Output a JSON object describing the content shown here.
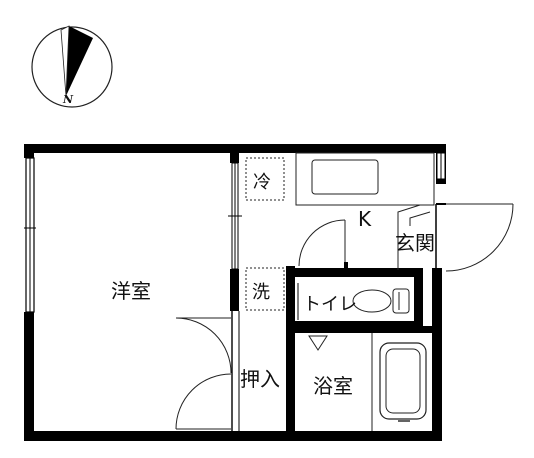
{
  "compass": {
    "north_label": "N"
  },
  "rooms": {
    "western_room": "洋室",
    "refrigerator": "冷",
    "kitchen": "K",
    "entrance": "玄関",
    "washer": "洗",
    "toilet": "トイレ",
    "closet": "押入",
    "bathroom": "浴室"
  },
  "colors": {
    "wall": "#000000",
    "line": "#222222",
    "background": "#ffffff"
  }
}
